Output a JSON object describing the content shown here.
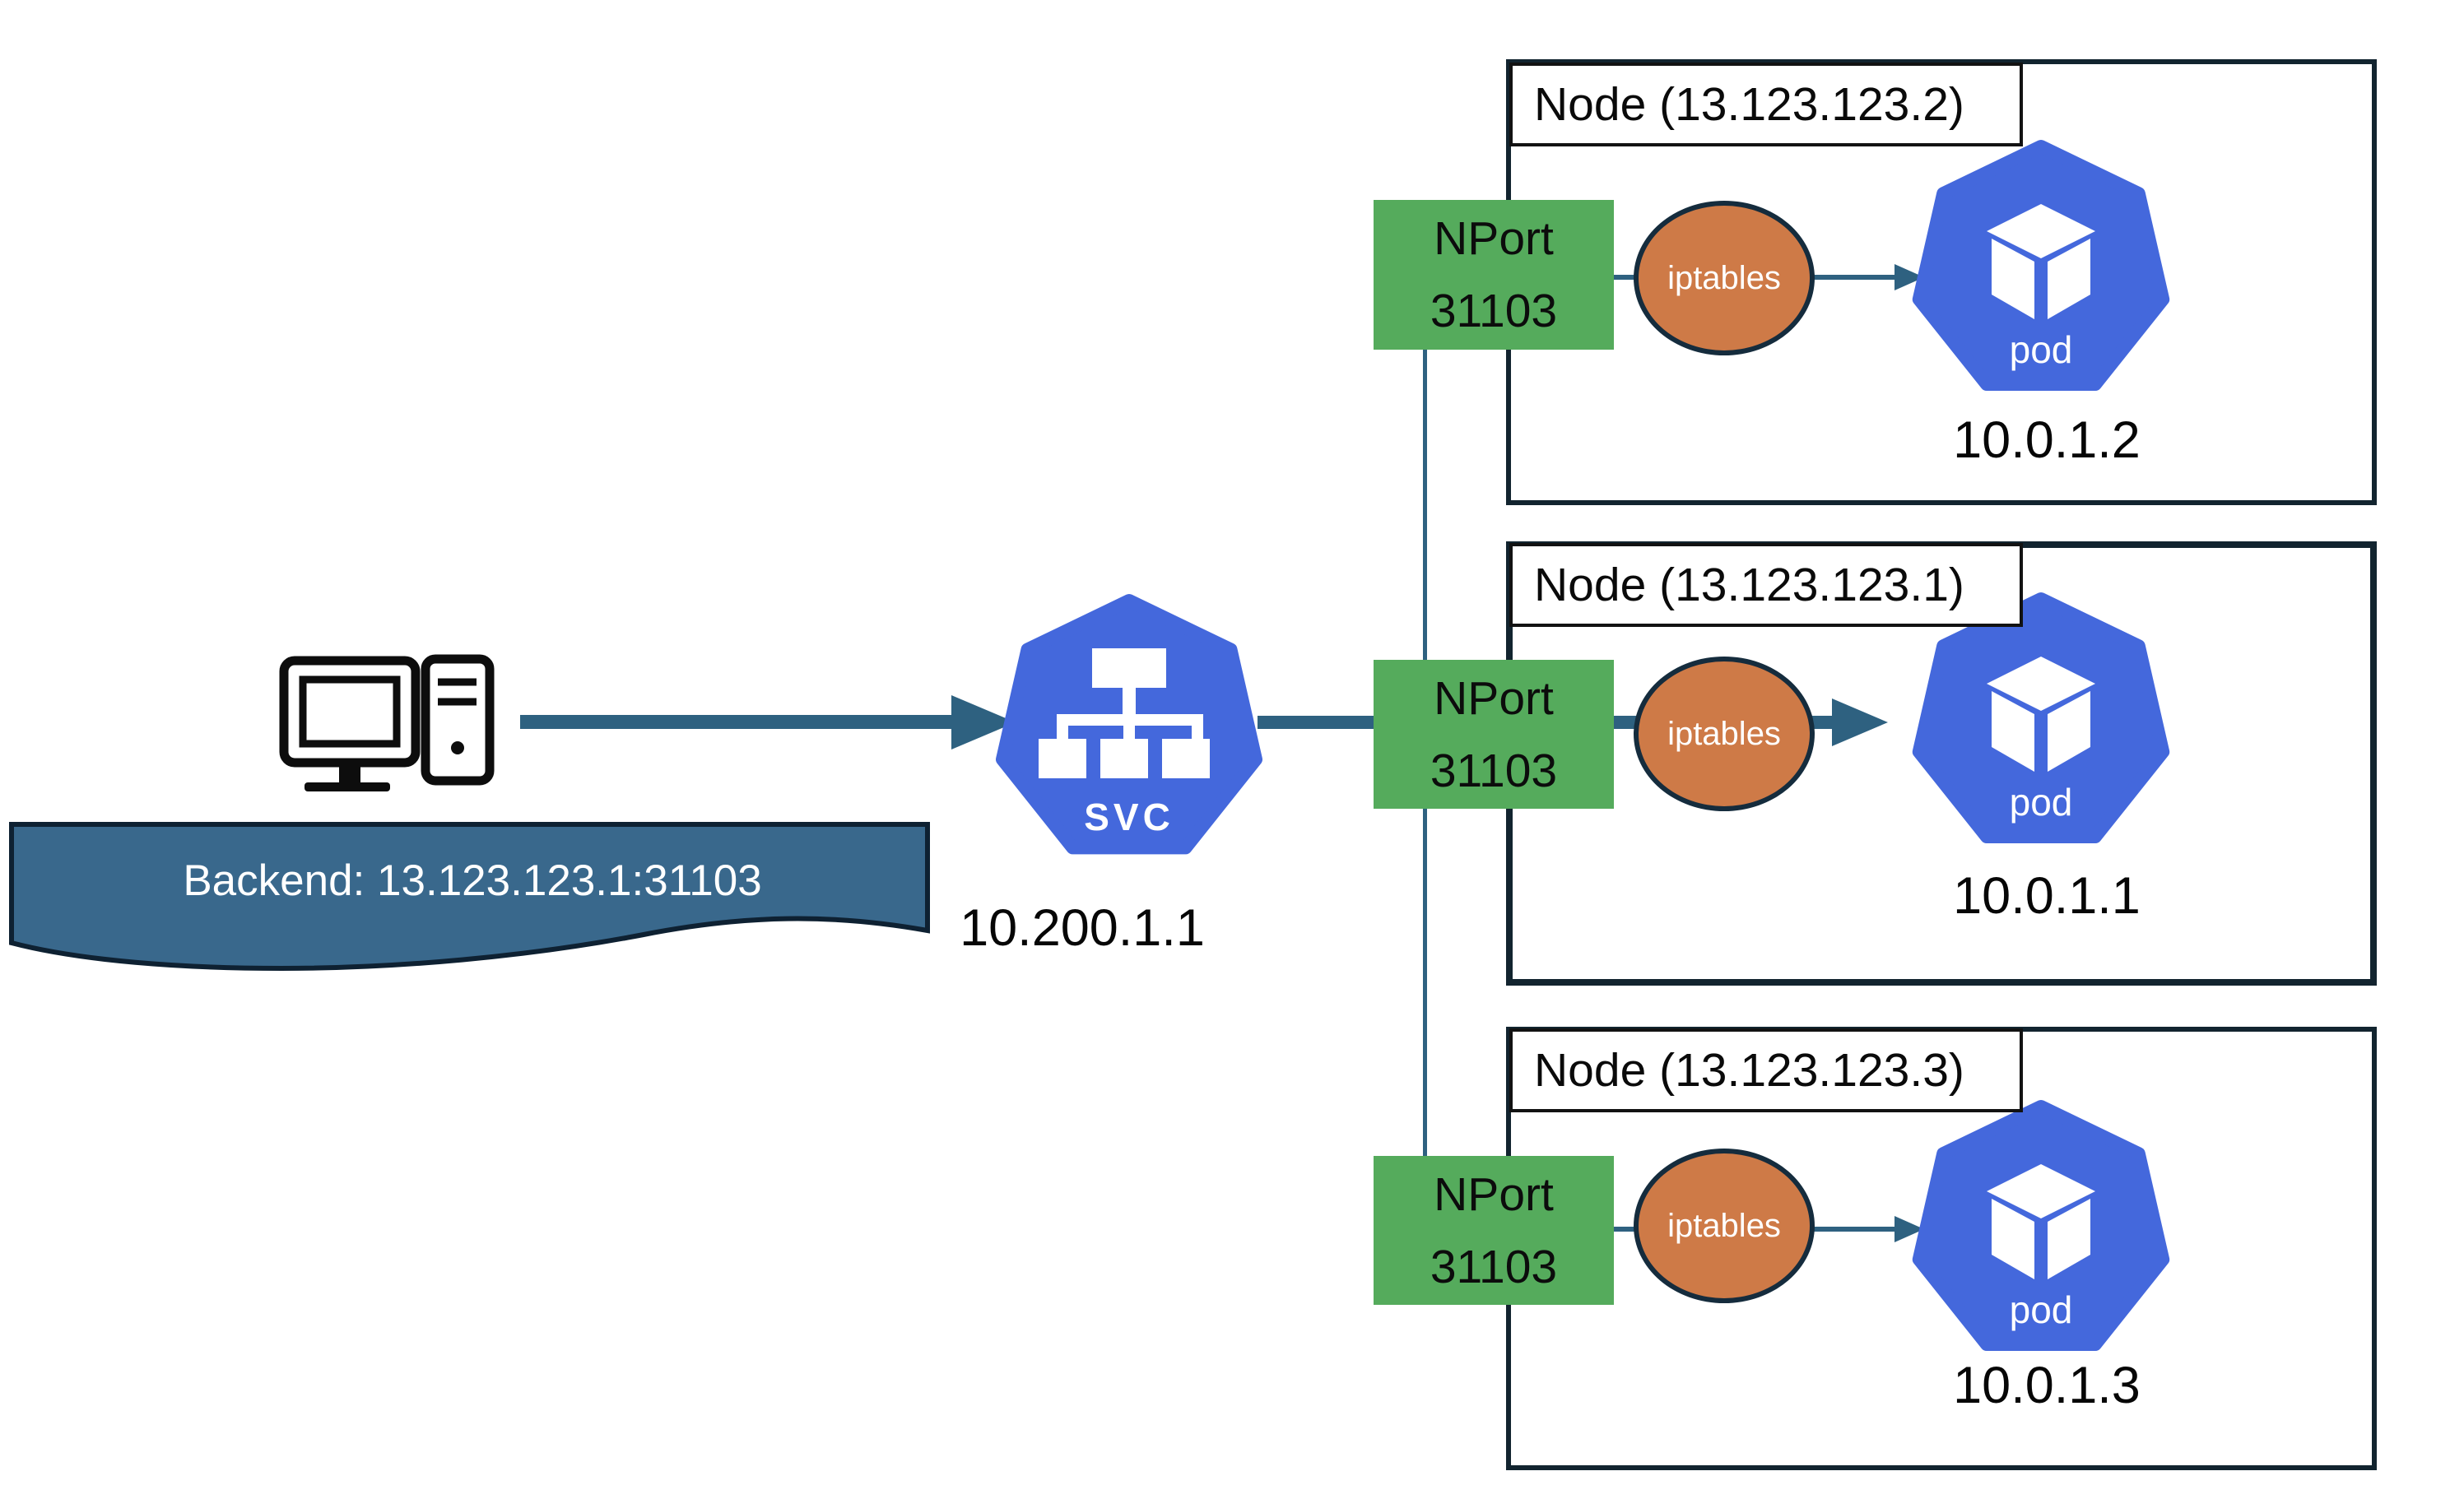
{
  "banner": {
    "text": "Backend: 13.123.123.1:31103"
  },
  "client": {
    "icon": "desktop-computer-icon"
  },
  "service": {
    "icon_label": "SVC",
    "ip": "10.200.1.1"
  },
  "nodes": [
    {
      "title": "Node (13.123.123.2)",
      "nodeport_line1": "NPort",
      "nodeport_line2": "31103",
      "iptables_label": "iptables",
      "pod_label": "pod",
      "pod_ip": "10.0.1.2"
    },
    {
      "title": "Node (13.123.123.1)",
      "nodeport_line1": "NPort",
      "nodeport_line2": "31103",
      "iptables_label": "iptables",
      "pod_label": "pod",
      "pod_ip": "10.0.1.1"
    },
    {
      "title": "Node (13.123.123.3)",
      "nodeport_line1": "NPort",
      "nodeport_line2": "31103",
      "iptables_label": "iptables",
      "pod_label": "pod",
      "pod_ip": "10.0.1.3"
    }
  ],
  "colors": {
    "green": "#55AB5C",
    "orange": "#CE7A47",
    "teal": "#2E6180",
    "navy": "#12242F",
    "ellipseborder": "#152C3D",
    "blue": "#4468DC",
    "ribbon": "#39688C",
    "ribbonborder": "#0E2132"
  }
}
